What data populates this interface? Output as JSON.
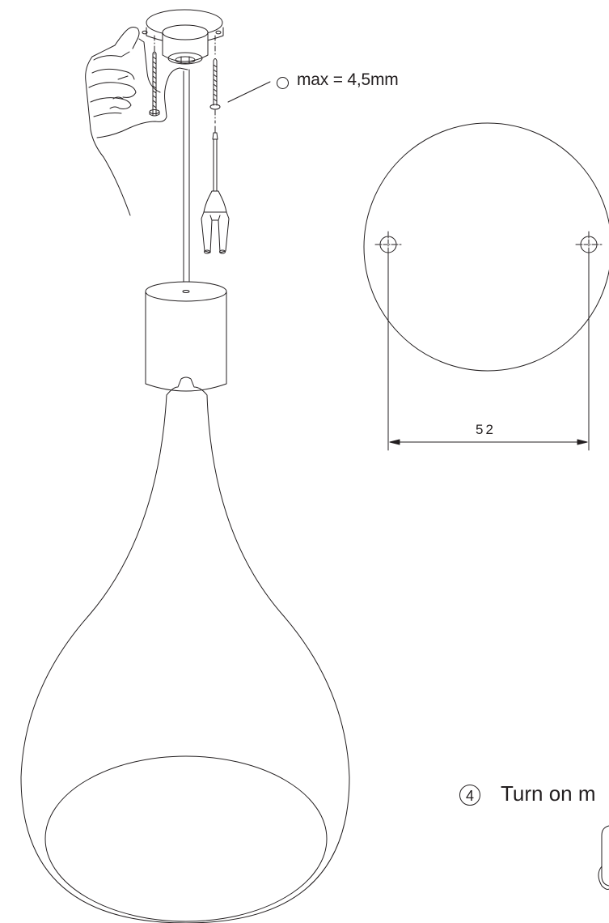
{
  "screw_spec": {
    "icon": "diameter-circle-icon",
    "text": "max = 4,5mm"
  },
  "drilling_template": {
    "hole_spacing_label": "52"
  },
  "step": {
    "number": "4",
    "text": "Turn on m"
  },
  "colors": {
    "line": "#231f20",
    "background": "#ffffff"
  }
}
